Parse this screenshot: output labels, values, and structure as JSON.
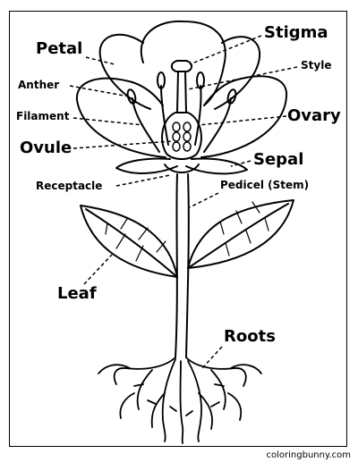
{
  "labels": {
    "petal": "Petal",
    "stigma": "Stigma",
    "style": "Style",
    "anther": "Anther",
    "filament": "Filament",
    "ovary": "Ovary",
    "ovule": "Ovule",
    "sepal": "Sepal",
    "receptacle": "Receptacle",
    "pedicel": "Pedicel (Stem)",
    "leaf": "Leaf",
    "roots": "Roots"
  },
  "credit": "coloringbunny.com",
  "colors": {
    "ink": "#000000",
    "paper": "#ffffff"
  }
}
